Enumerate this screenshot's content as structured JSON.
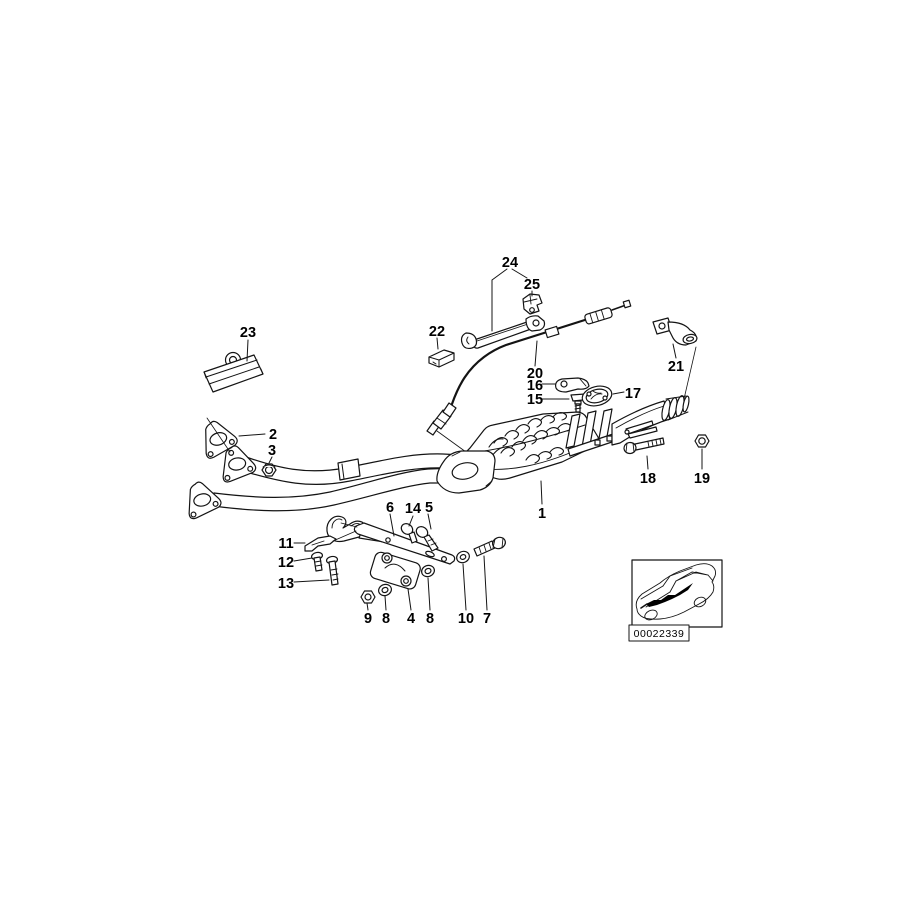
{
  "colors": {
    "background": "#ffffff",
    "line": "#141414"
  },
  "diagram": {
    "callouts": {
      "c1": "1",
      "c2": "2",
      "c3": "3",
      "c4": "4",
      "c5": "5",
      "c6": "6",
      "c7": "7",
      "c8a": "8",
      "c8b": "8",
      "c9": "9",
      "c10": "10",
      "c11": "11",
      "c12": "12",
      "c13": "13",
      "c14": "14",
      "c15": "15",
      "c16": "16",
      "c17": "17",
      "c18": "18",
      "c19": "19",
      "c20": "20",
      "c21": "21",
      "c22": "22",
      "c23": "23",
      "c24": "24",
      "c25": "25"
    },
    "thumbnail": {
      "code": "00022339"
    }
  }
}
